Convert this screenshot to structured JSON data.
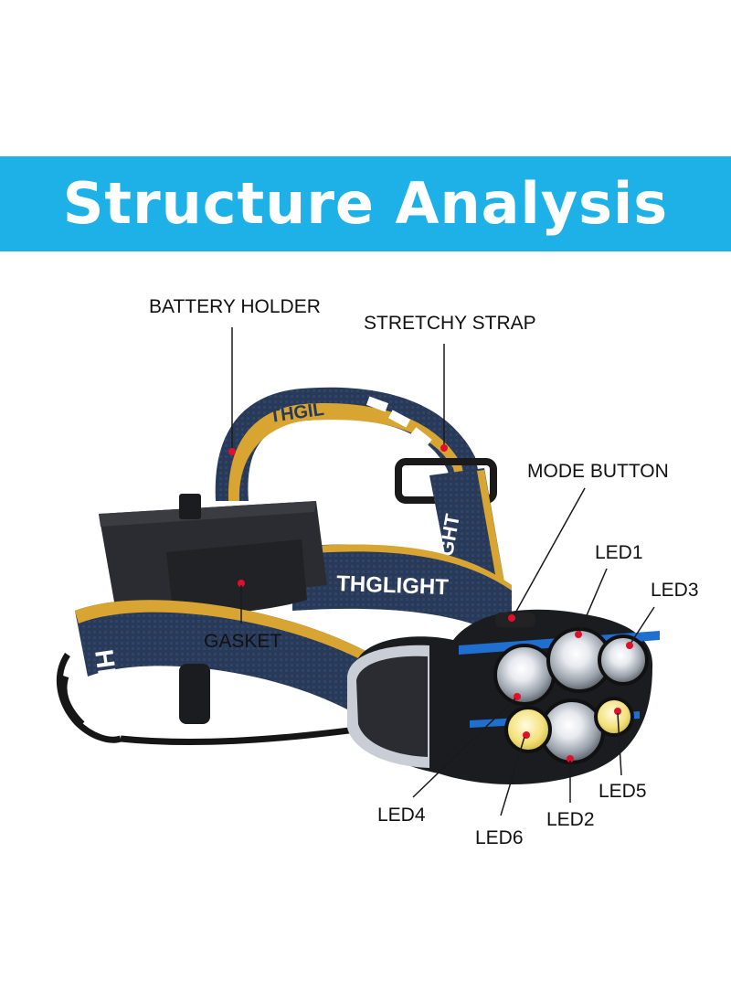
{
  "banner": {
    "title": "Structure Analysis",
    "background_color": "#1db1e8",
    "text_color": "#ffffff"
  },
  "product": {
    "strap_print_front": "HEADLIGH",
    "strap_print_top": "THGIL",
    "strap_print_band": "THGLIGHT",
    "strap_print_side": "ADLIGHT",
    "colors": {
      "strap_blue": "#283a58",
      "strap_yellow": "#d9a532",
      "housing_black": "#1b1c20",
      "accent_blue": "#1f6fd0",
      "cob_yellow": "#f4e27a",
      "marker_red": "#e0102a"
    }
  },
  "callouts": {
    "battery_holder": "BATTERY HOLDER",
    "stretchy_strap": "STRETCHY STRAP",
    "mode_button": "MODE BUTTON",
    "gasket": "GASKET",
    "led1": "LED1",
    "led2": "LED2",
    "led3": "LED3",
    "led4": "LED4",
    "led5": "LED5",
    "led6": "LED6"
  }
}
